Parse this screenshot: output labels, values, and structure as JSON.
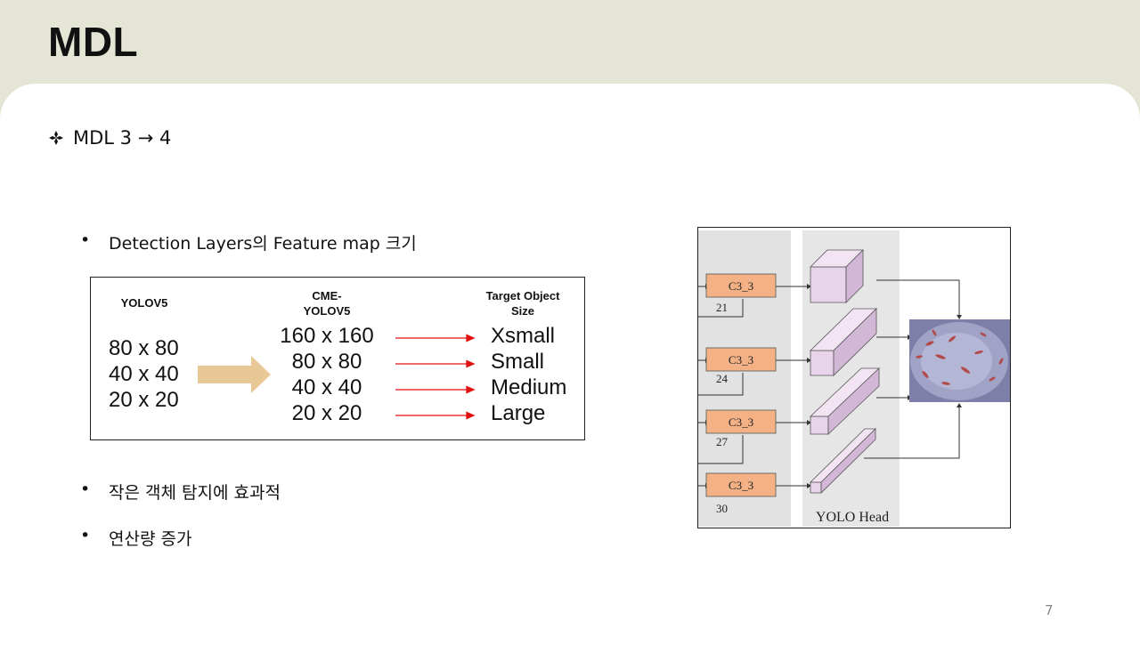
{
  "slide": {
    "title": "MDL",
    "heading": "MDL 3 → 4",
    "heading_icon": "diamond-bullet",
    "bullets": [
      "Detection Layers의 Feature map 크기",
      "작은 객체 탐지에 효과적",
      "연산량 증가"
    ],
    "page_number": "7"
  },
  "table": {
    "col1_header": "YOLOV5",
    "col2_header_line1": "CME-",
    "col2_header_line2": "YOLOV5",
    "col3_header_line1": "Target Object",
    "col3_header_line2": "Size",
    "yolov5_sizes": [
      "80 x 80",
      "40 x 40",
      "20 x 20"
    ],
    "cme_sizes": [
      "160 x 160",
      "80 x 80",
      "40 x 40",
      "20 x 20"
    ],
    "targets": [
      "Xsmall",
      "Small",
      "Medium",
      "Large"
    ],
    "big_arrow_color": "#e8c896",
    "small_arrow_color": "#e01010"
  },
  "diagram": {
    "blocks": [
      {
        "label": "C3_3",
        "num": "21"
      },
      {
        "label": "C3_3",
        "num": "24"
      },
      {
        "label": "C3_3",
        "num": "27"
      },
      {
        "label": "C3_3",
        "num": "30"
      }
    ],
    "head_label": "YOLO Head",
    "block_color": "#f3b185",
    "cube_color": "#e6cfe8"
  }
}
